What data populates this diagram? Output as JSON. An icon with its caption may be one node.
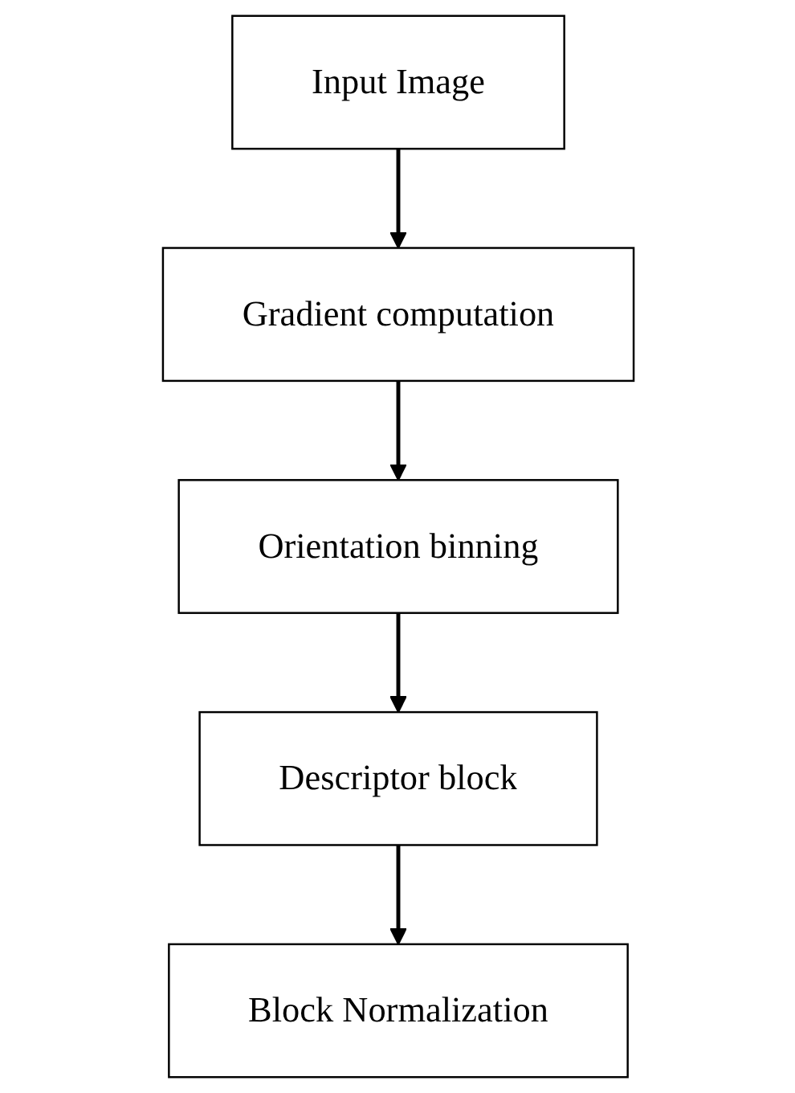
{
  "diagram": {
    "nodes": [
      {
        "text": [
          "Input Image"
        ]
      },
      {
        "text": [
          "Gradient computation"
        ]
      },
      {
        "text": [
          "Orientation binning"
        ]
      },
      {
        "text": [
          "Descriptor block"
        ]
      },
      {
        "text": [
          "Block Normalization"
        ]
      }
    ],
    "edges": [
      {
        "from": 0,
        "to": 1,
        "arrow": "to"
      },
      {
        "from": 1,
        "to": 2,
        "arrow": "to"
      },
      {
        "from": 2,
        "to": 3,
        "arrow": "to"
      },
      {
        "from": 3,
        "to": 4,
        "arrow": "to"
      }
    ]
  }
}
